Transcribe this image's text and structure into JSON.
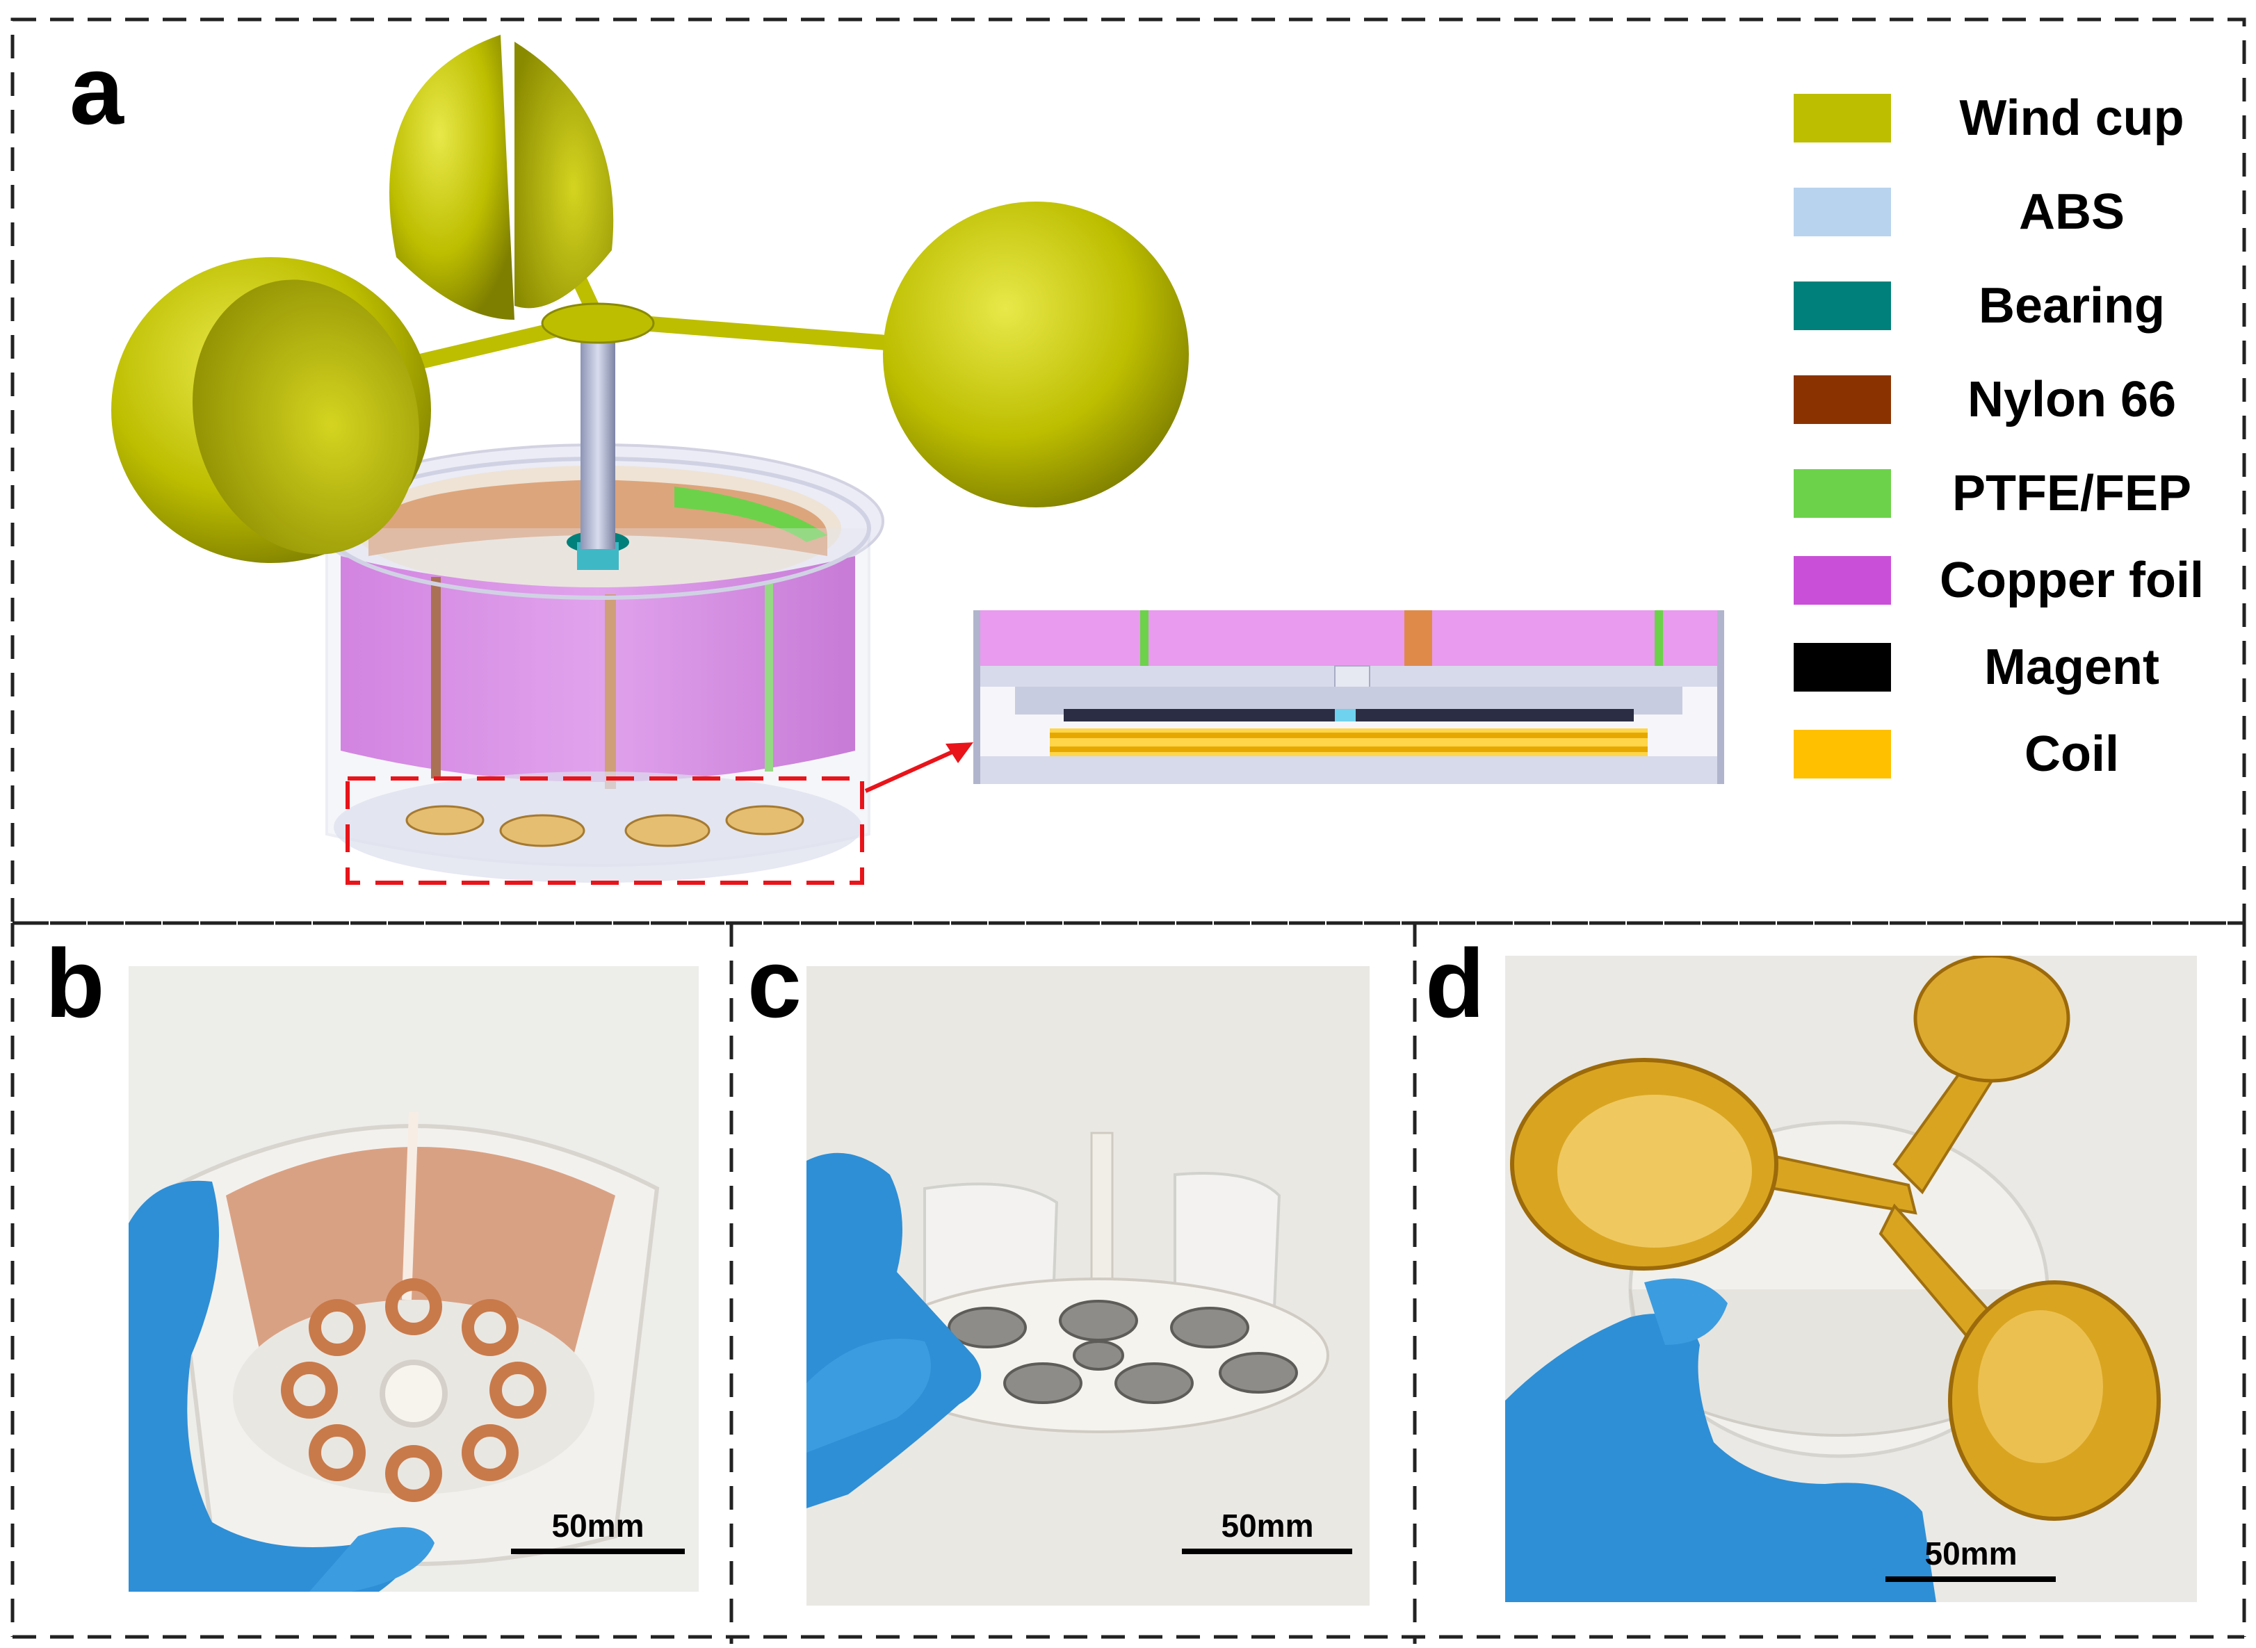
{
  "panels": {
    "a": "a",
    "b": "b",
    "c": "c",
    "d": "d"
  },
  "legend": [
    {
      "label": "Wind cup",
      "color": "#BDBE00"
    },
    {
      "label": "ABS",
      "color": "#B8D3EE"
    },
    {
      "label": "Bearing",
      "color": "#00807A"
    },
    {
      "label": "Nylon 66",
      "color": "#8B3300"
    },
    {
      "label": "PTFE/FEP",
      "color": "#6CD24A"
    },
    {
      "label": "Copper foil",
      "color": "#C94FD8"
    },
    {
      "label": "Magent",
      "color": "#000000"
    },
    {
      "label": "Coil",
      "color": "#FFC000"
    }
  ],
  "scale_bars": {
    "b": "50mm",
    "c": "50mm",
    "d": "50mm"
  },
  "colors": {
    "callout": "#E8141A",
    "glove": "#2E8FD6",
    "gold": "#D9A520",
    "copper": "#D99A6C"
  }
}
